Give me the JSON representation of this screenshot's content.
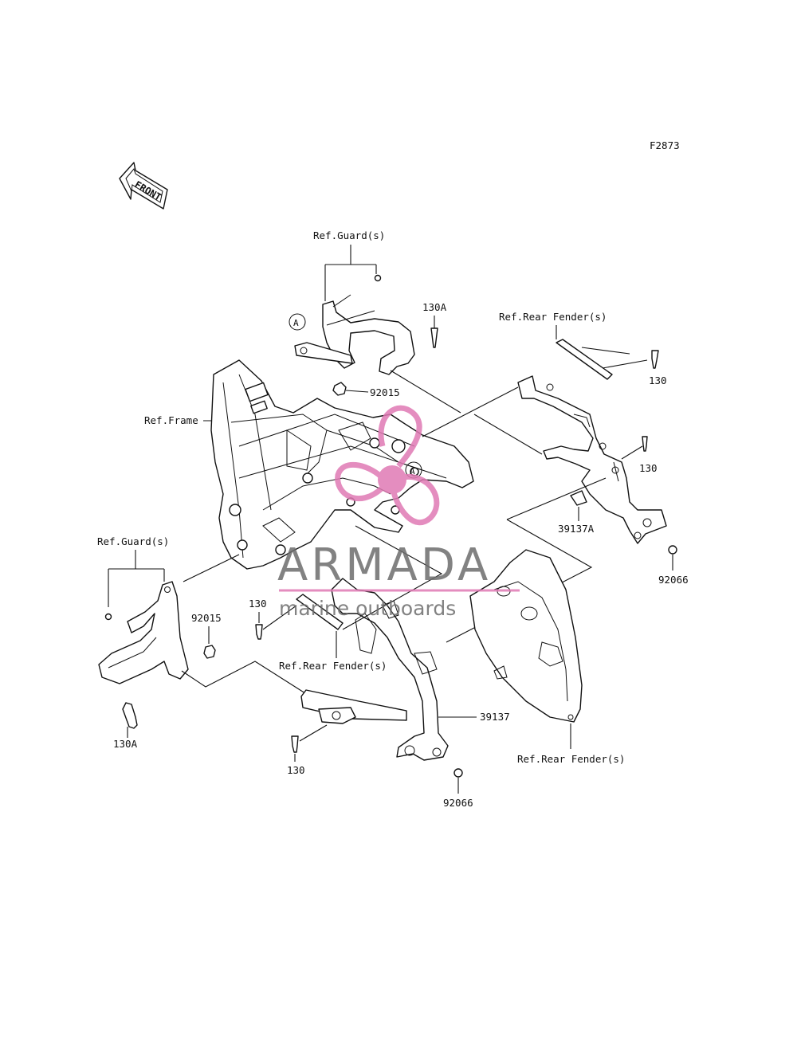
{
  "figure_code": "F2873",
  "front_arrow_label": "FRONT",
  "callout_letter": "A",
  "labels": {
    "ref_guard_top": "Ref.Guard(s)",
    "ref_guard_left": "Ref.Guard(s)",
    "ref_frame": "Ref.Frame",
    "ref_rear_fender_top": "Ref.Rear Fender(s)",
    "ref_rear_fender_mid": "Ref.Rear Fender(s)",
    "ref_rear_fender_bottom": "Ref.Rear Fender(s)",
    "p130a_top": "130A",
    "p130a_left": "130A",
    "p92015_top": "92015",
    "p92015_left": "92015",
    "p130_right_top": "130",
    "p130_right_mid": "130",
    "p130_mid_left": "130",
    "p130_bottom": "130",
    "p39137a": "39137A",
    "p39137": "39137",
    "p92066_right": "92066",
    "p92066_bottom": "92066"
  },
  "watermark": {
    "brand": "ARMADA",
    "tagline": "marine outboards",
    "colors": {
      "pink": "#e07ab4",
      "gray": "#6d6d6d"
    }
  }
}
